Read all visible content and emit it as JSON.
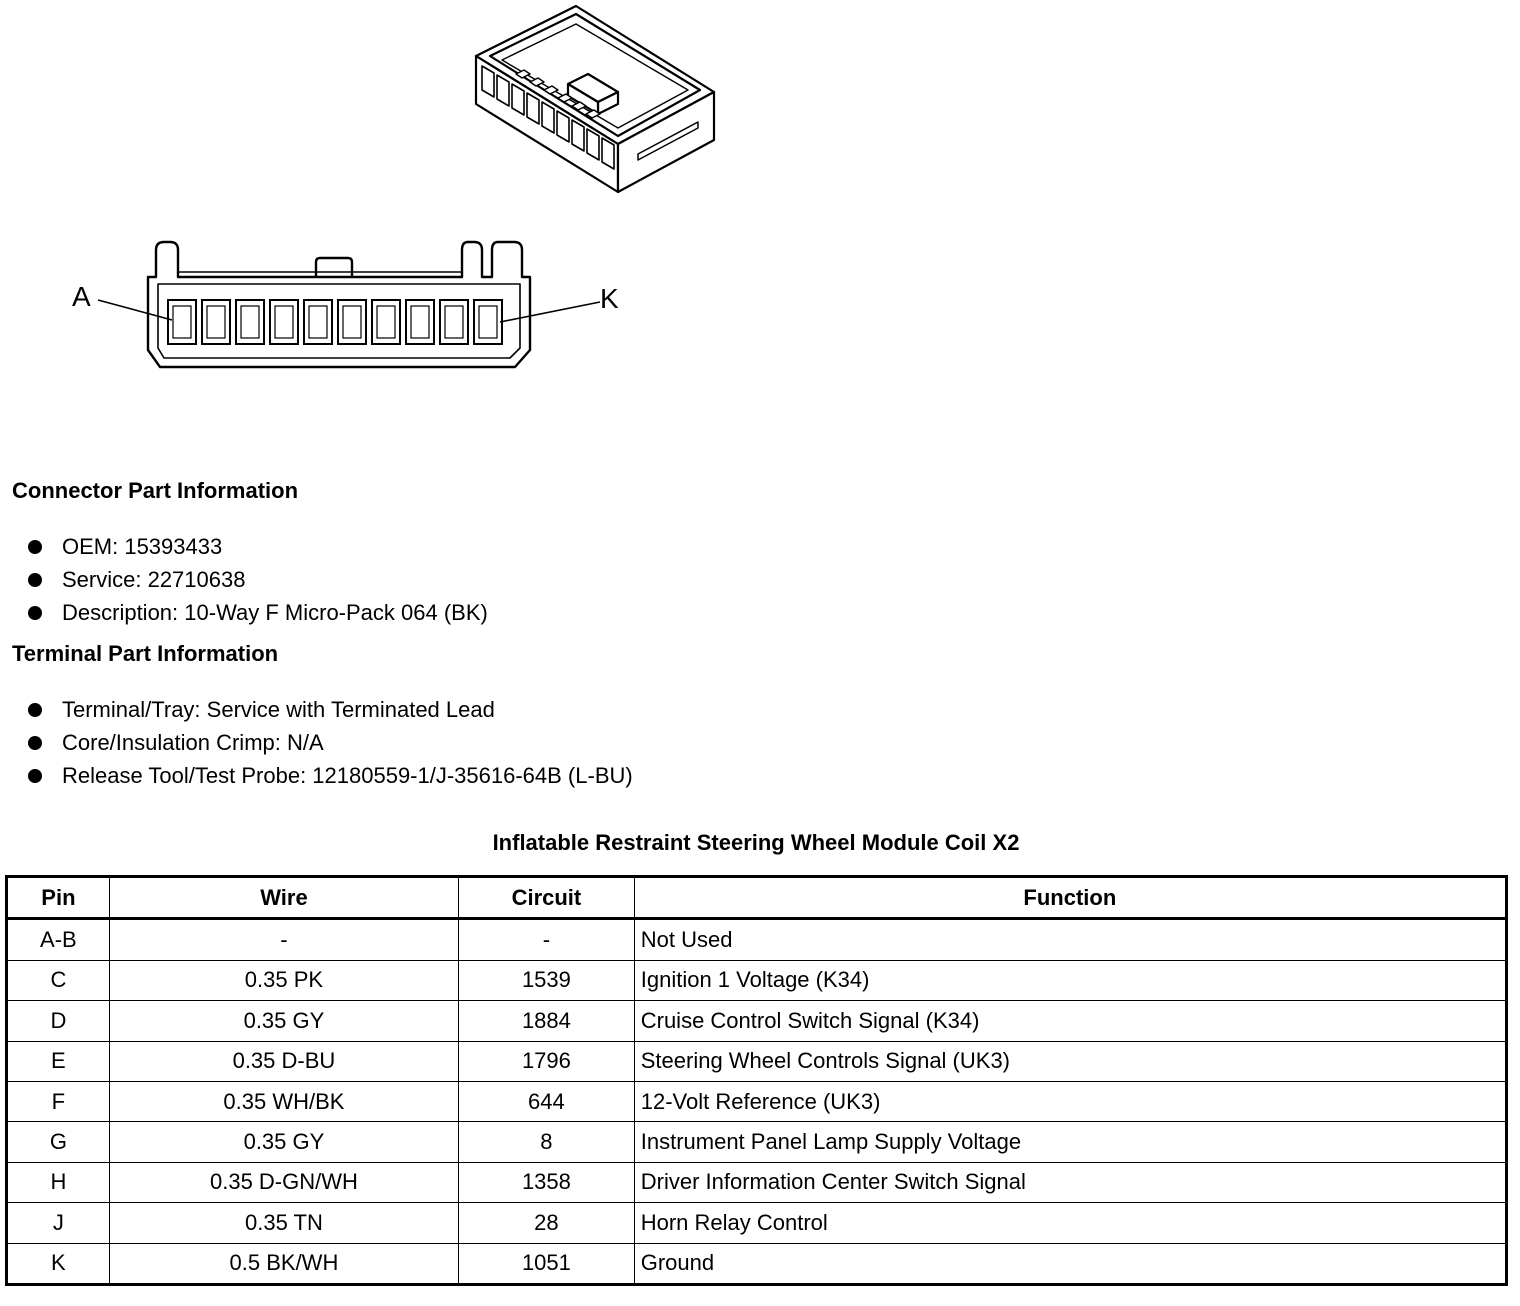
{
  "connector_diagram": {
    "pin_label_left": "A",
    "pin_label_right": "K",
    "cavity_count": 10
  },
  "connector_part_info": {
    "heading": "Connector Part Information",
    "items": [
      "OEM: 15393433",
      "Service: 22710638",
      "Description: 10-Way F Micro-Pack 064 (BK)"
    ]
  },
  "terminal_part_info": {
    "heading": "Terminal Part Information",
    "items": [
      "Terminal/Tray: Service with Terminated Lead",
      "Core/Insulation Crimp: N/A",
      "Release Tool/Test Probe: 12180559-1/J-35616-64B (L-BU)"
    ]
  },
  "pinout_table": {
    "title": "Inflatable Restraint Steering Wheel Module Coil X2",
    "headers": [
      "Pin",
      "Wire",
      "Circuit",
      "Function"
    ],
    "rows": [
      [
        "A-B",
        "-",
        "-",
        "Not Used"
      ],
      [
        "C",
        "0.35 PK",
        "1539",
        "Ignition 1 Voltage (K34)"
      ],
      [
        "D",
        "0.35 GY",
        "1884",
        "Cruise Control Switch Signal (K34)"
      ],
      [
        "E",
        "0.35 D-BU",
        "1796",
        "Steering Wheel Controls Signal (UK3)"
      ],
      [
        "F",
        "0.35 WH/BK",
        "644",
        "12-Volt Reference (UK3)"
      ],
      [
        "G",
        "0.35 GY",
        "8",
        "Instrument Panel Lamp Supply Voltage"
      ],
      [
        "H",
        "0.35 D-GN/WH",
        "1358",
        "Driver Information Center Switch Signal"
      ],
      [
        "J",
        "0.35 TN",
        "28",
        "Horn Relay Control"
      ],
      [
        "K",
        "0.5 BK/WH",
        "1051",
        "Ground"
      ]
    ]
  }
}
